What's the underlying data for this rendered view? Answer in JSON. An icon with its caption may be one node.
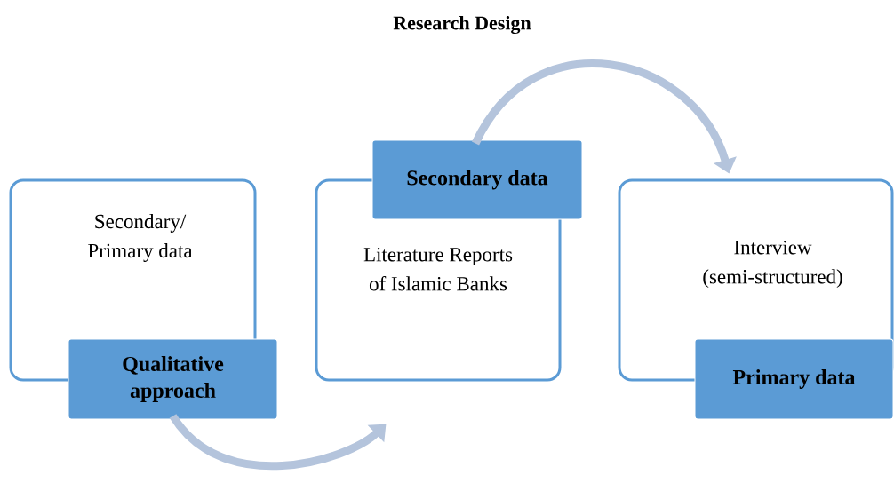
{
  "diagram": {
    "title": "Research Design",
    "nodes": [
      {
        "text": [
          "Secondary/ Primary data"
        ]
      },
      {
        "text": [
          "Qualitative approach"
        ]
      },
      {
        "text": [
          "Literature Reports of Islamic Banks"
        ]
      },
      {
        "text": [
          "Secondary data"
        ]
      },
      {
        "text": [
          "Interview (semi-structured)"
        ]
      },
      {
        "text": [
          "Primary data"
        ]
      }
    ],
    "edges": [
      {
        "from": 1,
        "to": 2,
        "arrow": "to"
      },
      {
        "from": 3,
        "to": 4,
        "arrow": "to"
      }
    ]
  }
}
